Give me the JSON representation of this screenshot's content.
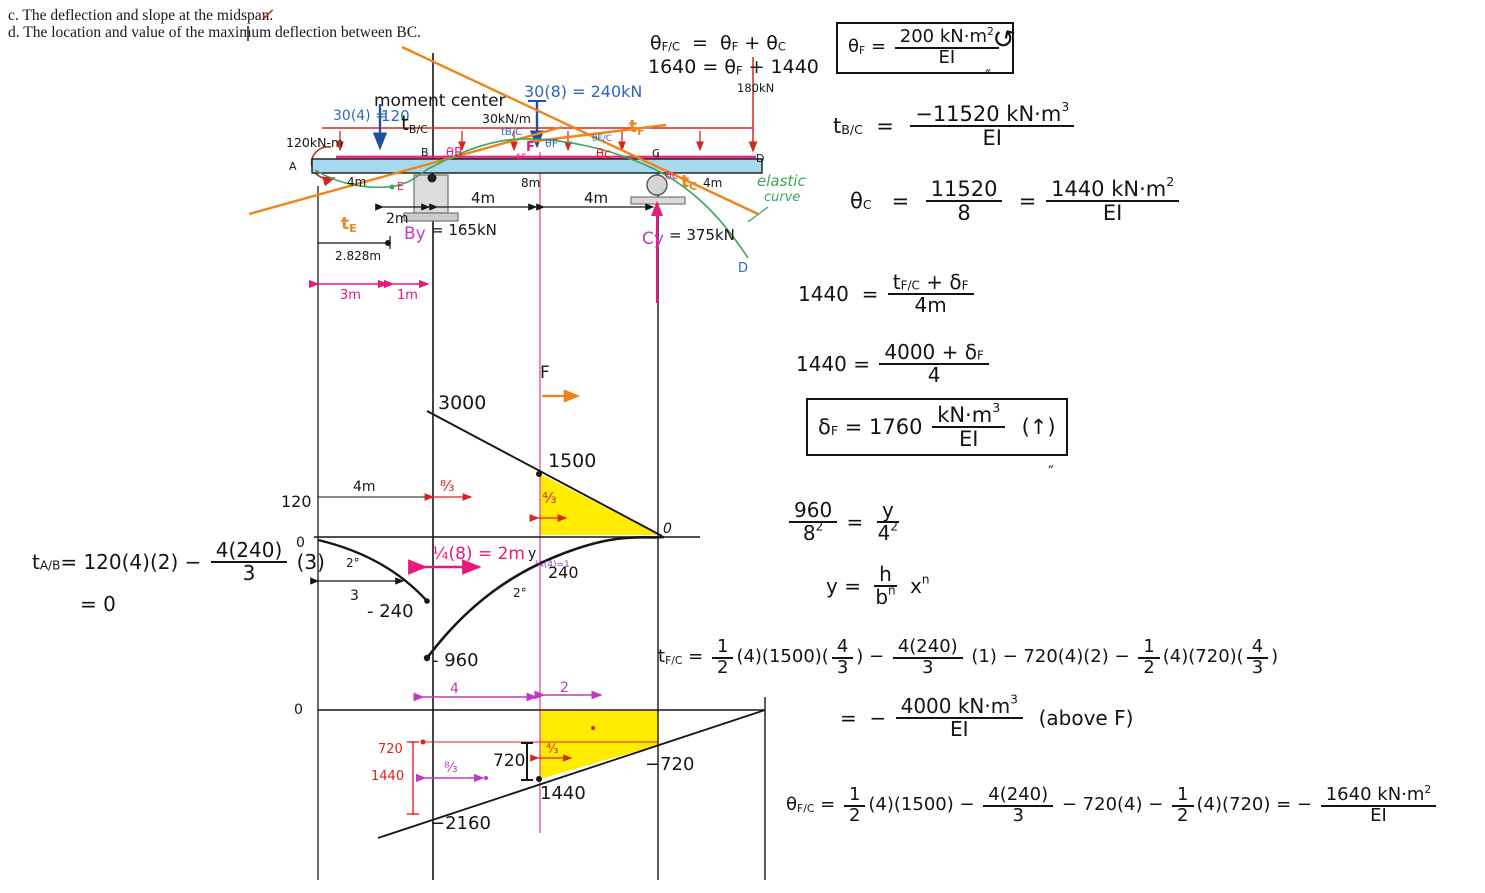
{
  "problem": {
    "line_c": "c. The deflection and slope at the midspan.",
    "line_d": "d. The location and value of the maximum deflection between BC.",
    "check": "✓"
  },
  "figure": {
    "labels": {
      "moment_center": "moment center",
      "load30_4": "30(4) =",
      "r120": "120",
      "tbc_big_t": "t",
      "tbc_big_sub": "B/C",
      "load30_8": "30(8) = 240kN",
      "kNm120": "120kN-m",
      "kN180": "180kN",
      "kN30m": "30kN/m",
      "A": "A",
      "B": "B",
      "C": "C",
      "D": "D",
      "E": "E",
      "thetaB_pink": "θB",
      "F_pink": "F",
      "deltaF_tiny": "δF",
      "thetaF_blue": "θF",
      "tbc_small_blue": "tB/C",
      "thetafc_tiny_blue": "θF/C",
      "thetac_red": "θc",
      "thetac_pink": "θc",
      "tF_t": "t",
      "tF_sub": "F",
      "tE_t": "t",
      "tE_sub": "E",
      "tC_t": "t",
      "tC_sub": "C",
      "elastic1": "elastic",
      "elastic2": "curve",
      "D_blue": "D",
      "dim4m_ab": "4m",
      "dim8m": "8m",
      "dim4m_cd": "4m",
      "dim2m": "2m",
      "dim4m_bf": "4m",
      "dim4m_fc": "4m",
      "By_m": "By",
      "By_val": "= 165kN",
      "Cy_m": "Cy",
      "Cy_val": "= 375kN",
      "dim2828": "2.828m",
      "dim3m": "3m",
      "dim1m": "1m"
    }
  },
  "mid_diagram": {
    "labels": {
      "m3000": "3000",
      "m1500": "1500",
      "m120": "120",
      "zero_left": "0",
      "zero_right": "0",
      "dim4m": "4m",
      "frac83": "⁸⁄₃",
      "frac43": "⁴⁄₃",
      "quarter8": "¼(8) = 2m",
      "y": "y",
      "quarter4": "¼(4)=1",
      "v240": "240",
      "deg2_left": "2°",
      "deg2_right": "2°",
      "v3": "3",
      "m240neg": "- 240",
      "m960neg": "- 960",
      "F_top": "F"
    }
  },
  "bottom_diagram": {
    "labels": {
      "zero": "0",
      "r720": "720",
      "r1440": "1440",
      "frac83": "⁸⁄₃",
      "frac43": "⁴⁄₃",
      "b720": "720",
      "b1440": "1440",
      "m720neg": "−720",
      "m2160neg": "−2160",
      "p4": "4",
      "p2": "2"
    }
  },
  "equations": {
    "theta_sum": [
      "θ",
      {
        "sub": "F/C"
      },
      "  =  θ",
      {
        "sub": "F"
      },
      " + θ",
      {
        "sub": "C"
      }
    ],
    "eq1640": [
      "1640 = θ",
      {
        "sub": "F"
      },
      " + 1440"
    ],
    "box_thetaF": [
      "θ",
      {
        "sub": "F"
      },
      " = ",
      {
        "f": [
          [
            "200 kN·m",
            {
              "sup": "2"
            }
          ],
          [
            "EI"
          ]
        ]
      }
    ],
    "loop_arrow": "↺",
    "tick1": "″",
    "tick2": "″",
    "tbc": [
      "t",
      {
        "sub": "B/C"
      },
      "  =  ",
      {
        "f": [
          [
            "−11520 kN·m",
            {
              "sup": "3"
            }
          ],
          [
            "EI"
          ]
        ]
      }
    ],
    "thetaC": [
      "θ",
      {
        "sub": "C"
      },
      "   =  ",
      {
        "f": [
          [
            "11520"
          ],
          [
            "8"
          ]
        ]
      },
      "  = ",
      {
        "f": [
          [
            "1440 kN·m",
            {
              "sup": "2"
            }
          ],
          [
            "EI"
          ]
        ]
      }
    ],
    "eq1440a": [
      "1440  = ",
      {
        "f": [
          [
            "t",
            {
              "sub": "F/C"
            },
            " + δ",
            {
              "sub": "F"
            }
          ],
          [
            "4m"
          ]
        ]
      }
    ],
    "eq1440b": [
      "1440 = ",
      {
        "f": [
          [
            "4000 + δ",
            {
              "sub": "F"
            }
          ],
          [
            "4"
          ]
        ]
      }
    ],
    "box_deltaF": [
      "δ",
      {
        "sub": "F"
      },
      " = 1760 ",
      {
        "f": [
          [
            "kN·m",
            {
              "sup": "3"
            }
          ],
          [
            "EI"
          ]
        ]
      },
      "  (↑)"
    ],
    "eq960": [
      {
        "f": [
          [
            "960"
          ],
          [
            "8",
            {
              "sup": "2"
            }
          ]
        ]
      },
      " = ",
      {
        "f": [
          [
            "y"
          ],
          [
            "4",
            {
              "sup": "2"
            }
          ]
        ]
      }
    ],
    "eqY": [
      "y = ",
      {
        "f": [
          [
            "h"
          ],
          [
            "b",
            {
              "sup": "n"
            }
          ]
        ]
      },
      " x",
      {
        "sup": "n"
      }
    ],
    "tfc": [
      "t",
      {
        "sub": "F/C"
      },
      " = ",
      {
        "f": [
          [
            "1"
          ],
          [
            "2"
          ]
        ]
      },
      "(4)(1500)(",
      {
        "f": [
          [
            "4"
          ],
          [
            "3"
          ]
        ]
      },
      ") − ",
      {
        "f": [
          [
            "4(240)"
          ],
          [
            "3"
          ]
        ]
      },
      " (1) − 720(4)(2) − ",
      {
        "f": [
          [
            "1"
          ],
          [
            "2"
          ]
        ]
      },
      "(4)(720)(",
      {
        "f": [
          [
            "4"
          ],
          [
            "3"
          ]
        ]
      },
      ")"
    ],
    "tfc2": [
      "=  − ",
      {
        "f": [
          [
            "4000 kN·m",
            {
              "sup": "3"
            }
          ],
          [
            "EI"
          ]
        ]
      },
      "  (above F)"
    ],
    "thetaFC2": [
      "θ",
      {
        "sub": "F/C"
      },
      " = ",
      {
        "f": [
          [
            "1"
          ],
          [
            "2"
          ]
        ]
      },
      "(4)(1500) − ",
      {
        "f": [
          [
            "4(240)"
          ],
          [
            "3"
          ]
        ]
      },
      " − 720(4) − ",
      {
        "f": [
          [
            "1"
          ],
          [
            "2"
          ]
        ]
      },
      "(4)(720) = − ",
      {
        "f": [
          [
            "1640 kN·m",
            {
              "sup": "2"
            }
          ],
          [
            "EI"
          ]
        ]
      }
    ],
    "tab": [
      "t",
      {
        "sub": "A/B"
      },
      "= 120(4)(2) − ",
      {
        "f": [
          [
            "4(240)"
          ],
          [
            "3"
          ]
        ]
      },
      " (3)"
    ],
    "tab2": [
      "= 0"
    ]
  },
  "colors": {
    "beam_fill": "#a6d9ee",
    "yellow": "#ffec00",
    "red": "#d8261c",
    "pink": "#e8187c",
    "blue": "#2e66bd",
    "orange": "#f08418",
    "green": "#3ba55a",
    "magenta": "#c03ac0",
    "purple": "#8a3fc4"
  }
}
